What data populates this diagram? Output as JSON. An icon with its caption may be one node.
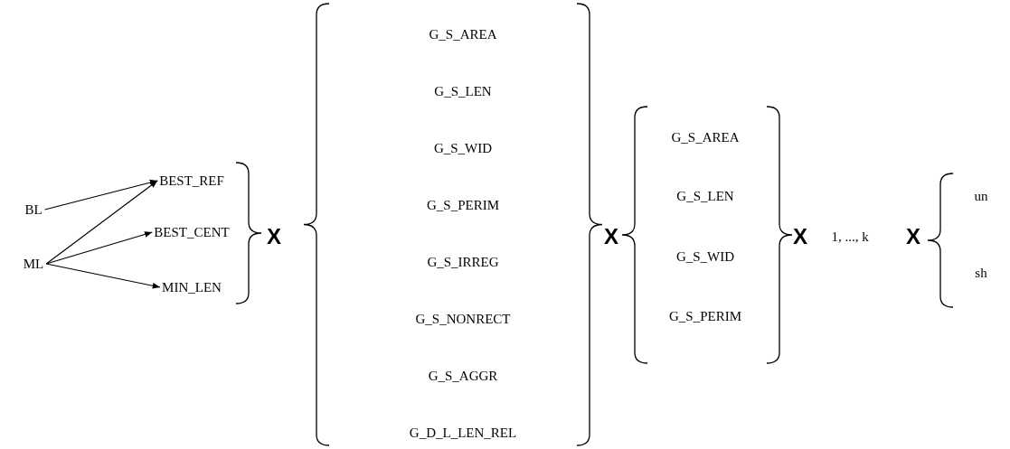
{
  "diagram": {
    "nodes": [
      {
        "text": [
          "BL"
        ]
      },
      {
        "text": [
          "ML"
        ]
      },
      {
        "text": [
          "BEST_REF"
        ]
      },
      {
        "text": [
          "BEST_CENT"
        ]
      },
      {
        "text": [
          "MIN_LEN"
        ]
      }
    ],
    "edges": [
      {
        "from": 0,
        "to": 2,
        "arrow": "to"
      },
      {
        "from": 1,
        "to": 2,
        "arrow": "to"
      },
      {
        "from": 1,
        "to": 3,
        "arrow": "to"
      },
      {
        "from": 1,
        "to": 4,
        "arrow": "to"
      }
    ],
    "labels": [
      "X",
      "G_S_AREA",
      "G_S_LEN",
      "G_S_WID",
      "G_S_PERIM",
      "G_S_IRREG",
      "G_S_NONRECT",
      "G_S_AGGR",
      "G_D_L_LEN_REL",
      "X",
      "G_S_AREA",
      "G_S_LEN",
      "G_S_WID",
      "G_S_PERIM",
      "X",
      "1, ..., k",
      "X",
      "un",
      "sh"
    ]
  }
}
